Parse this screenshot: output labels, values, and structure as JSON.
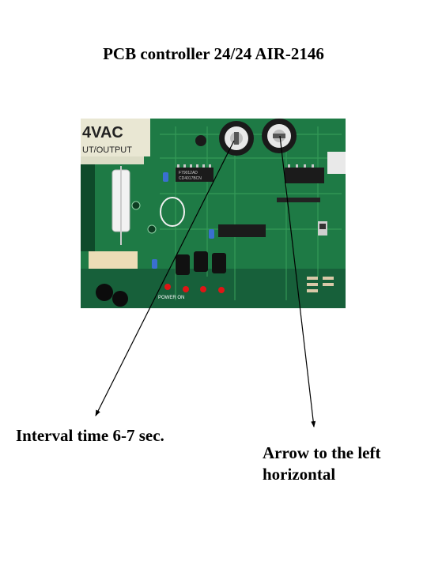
{
  "document": {
    "title": "PCB controller 24/24 AIR-2146"
  },
  "photo": {
    "board_label_1": "4VAC",
    "board_label_2": "UT/OUTPUT",
    "chip_label_1": "F79012AD",
    "chip_label_2": "CD4017BCN",
    "power_label": "POWER ON",
    "colors": {
      "board": "#1e7a45",
      "copper": "#3aa35c",
      "chip": "#1b1b1b"
    }
  },
  "annotations": [
    {
      "id": "interval",
      "text": "Interval time 6-7 sec."
    },
    {
      "id": "arrow",
      "line1": "Arrow to the left",
      "line2": "horizontal"
    }
  ]
}
